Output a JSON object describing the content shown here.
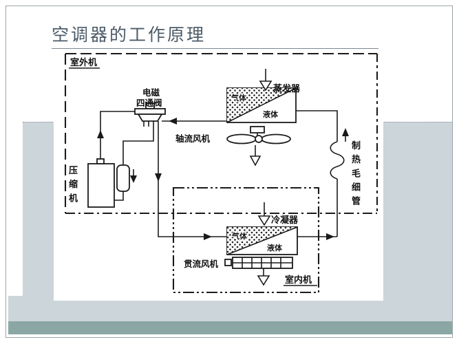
{
  "slide": {
    "title": "空调器的工作原理"
  },
  "diagram": {
    "outdoor_unit_label": "室外机",
    "indoor_unit_label": "室内机",
    "valve_label_line1": "电磁",
    "valve_label_line2": "四通阀",
    "compressor_label": "压缩机",
    "axial_fan_label": "轴流风机",
    "evaporator_label": "蒸发器",
    "condenser_label": "冷凝器",
    "crossflow_fan_label": "贯流风机",
    "capillary_label": "制热毛细管",
    "evaporator_gas_label": "气体",
    "evaporator_liquid_label": "液体",
    "condenser_gas_label": "气体",
    "condenser_liquid_label": "液体"
  },
  "colors": {
    "slide_background": "#ffffff",
    "panel_blue_gray": "#cbd5da",
    "band_teal": "#8ba7a4",
    "title_text": "#4c5b68",
    "diagram_ink": "#1a1a1a"
  }
}
